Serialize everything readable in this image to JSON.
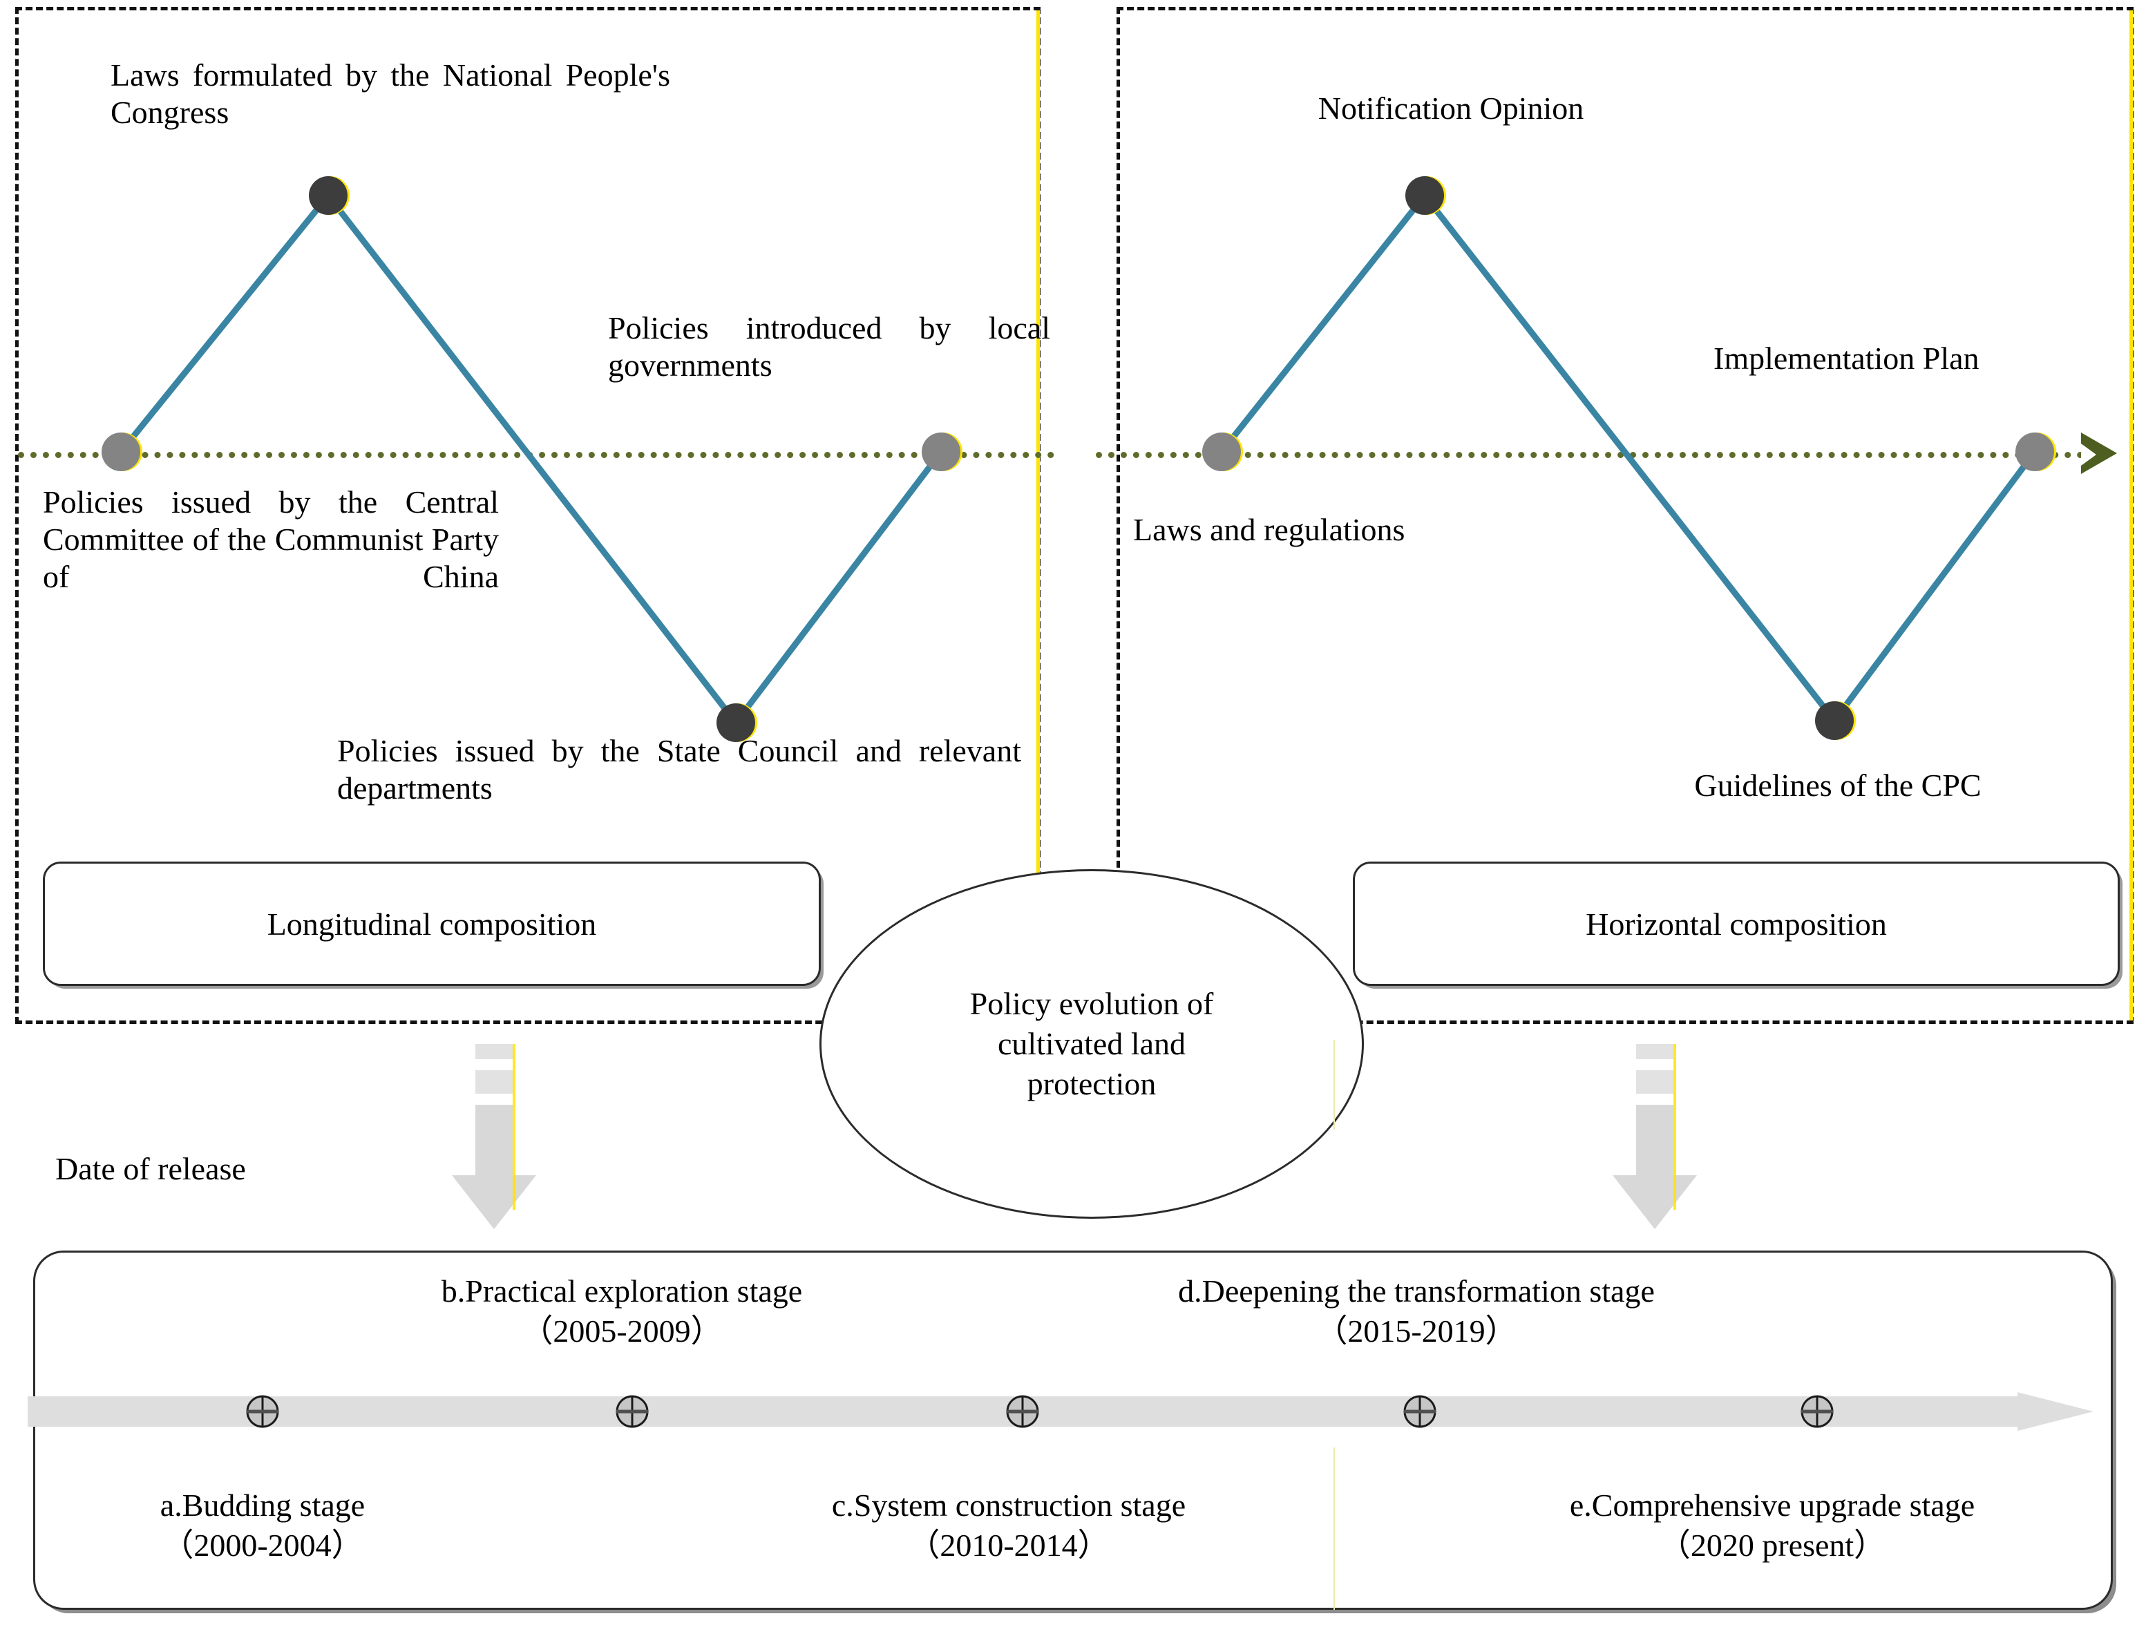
{
  "diagram": {
    "title_center": "Policy evolution of cultivated land protection",
    "date_of_release_label": "Date of release"
  },
  "left_panel": {
    "caption": "Longitudinal composition",
    "nodes": [
      {
        "id": "n1",
        "label": "Policies issued by the Central Committee of the Communist Party of China",
        "marker": "gray"
      },
      {
        "id": "n2",
        "label": "Laws formulated by the National People's Congress",
        "marker": "dark"
      },
      {
        "id": "n3",
        "label": "Policies issued by the State Council and relevant departments",
        "marker": "dark"
      },
      {
        "id": "n4",
        "label": "Policies introduced by local governments",
        "marker": "gray"
      }
    ]
  },
  "right_panel": {
    "caption": "Horizontal composition",
    "nodes": [
      {
        "id": "m1",
        "label": "Laws and regulations",
        "marker": "gray"
      },
      {
        "id": "m2",
        "label": "Notification Opinion",
        "marker": "dark"
      },
      {
        "id": "m3",
        "label": "Guidelines of the CPC",
        "marker": "dark"
      },
      {
        "id": "m4",
        "label": "Implementation Plan",
        "marker": "gray"
      }
    ]
  },
  "timeline": {
    "stages": [
      {
        "key": "a",
        "name": "a.Budding stage",
        "period": "（2000-2004）",
        "position": "below"
      },
      {
        "key": "b",
        "name": "b.Practical exploration stage",
        "period": "（2005-2009）",
        "position": "above"
      },
      {
        "key": "c",
        "name": "c.System construction stage",
        "period": "（2010-2014）",
        "position": "below"
      },
      {
        "key": "d",
        "name": "d.Deepening the transformation stage",
        "period": "（2015-2019）",
        "position": "above"
      },
      {
        "key": "e",
        "name": "e.Comprehensive upgrade stage",
        "period": "（2020 present）",
        "position": "below"
      }
    ],
    "marker_icon": "circle-plus-icon",
    "direction_icon": "right-arrow-icon"
  },
  "colors": {
    "node_dark": "#3d3d3d",
    "node_gray": "#848484",
    "connector_line": "#3a85a3",
    "baseline_dotted": "#5d6b2b",
    "baseline_arrow": "#4d5e20",
    "accent_yellow": "#ffe400",
    "timeline_bar": "#dedede",
    "panel_border": "#111111"
  },
  "chart_data": {
    "type": "line",
    "title": "Policy evolution of cultivated land protection",
    "series": [
      {
        "name": "Longitudinal composition",
        "x": [
          "Policies issued by the Central Committee of the Communist Party of China",
          "Laws formulated by the National People's Congress",
          "Policies issued by the State Council and relevant departments",
          "Policies introduced by local governments"
        ],
        "values": [
          0,
          1,
          -1,
          0
        ],
        "marker_colors": [
          "#848484",
          "#3d3d3d",
          "#3d3d3d",
          "#848484"
        ]
      },
      {
        "name": "Horizontal composition",
        "x": [
          "Laws and regulations",
          "Notification Opinion",
          "Guidelines of the CPC",
          "Implementation Plan"
        ],
        "values": [
          0,
          1,
          -1,
          0
        ],
        "marker_colors": [
          "#848484",
          "#3d3d3d",
          "#3d3d3d",
          "#848484"
        ]
      }
    ],
    "xlabel": "",
    "ylabel": "",
    "grid": false,
    "legend": "none",
    "annotations": [
      "Longitudinal composition",
      "Horizontal composition",
      "Date of release"
    ]
  }
}
